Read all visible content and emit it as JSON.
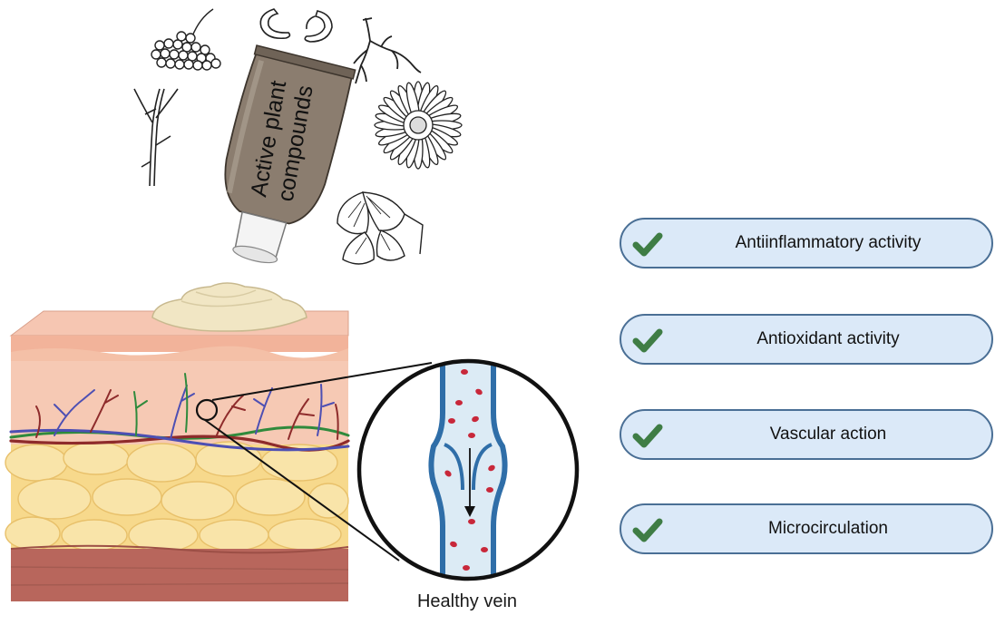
{
  "tube": {
    "line1": "Active plant",
    "line2": "compounds"
  },
  "vein_caption": "Healthy vein",
  "benefits": [
    {
      "label": "Antiinflammatory activity",
      "icon": "check-icon"
    },
    {
      "label": "Antioxidant activity",
      "icon": "check-icon"
    },
    {
      "label": "Vascular action",
      "icon": "check-icon"
    },
    {
      "label": "Microcirculation",
      "icon": "check-icon"
    }
  ],
  "colors": {
    "check": "#3f7d45",
    "box_fill": "#dbe9f8",
    "box_border": "#4a6f95",
    "tube": "#8b7d6f",
    "cream": "#f1e6c4",
    "epidermis": "#f2b39a",
    "dermis": "#f4c7b2",
    "fat": "#f7d98c",
    "muscle": "#b8665c",
    "vein_wall": "#2f6ea8",
    "blood_cell": "#c8283a"
  }
}
